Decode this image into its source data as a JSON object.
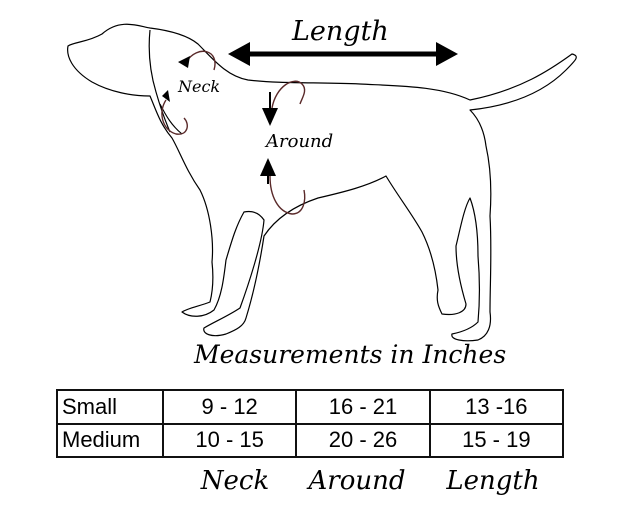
{
  "diagram": {
    "length_label": "Length",
    "neck_label": "Neck",
    "around_label": "Around",
    "caption": "Measurements in Inches"
  },
  "table": {
    "rows": [
      {
        "size": "Small",
        "neck": "9 - 12",
        "around": "16 - 21",
        "length": "13 -16"
      },
      {
        "size": "Medium",
        "neck": "10 - 15",
        "around": "20 - 26",
        "length": "15 - 19"
      }
    ],
    "column_labels": {
      "neck": "Neck",
      "around": "Around",
      "length": "Length"
    }
  },
  "colors": {
    "ink": "#000000",
    "arc": "#5a2a2a"
  }
}
